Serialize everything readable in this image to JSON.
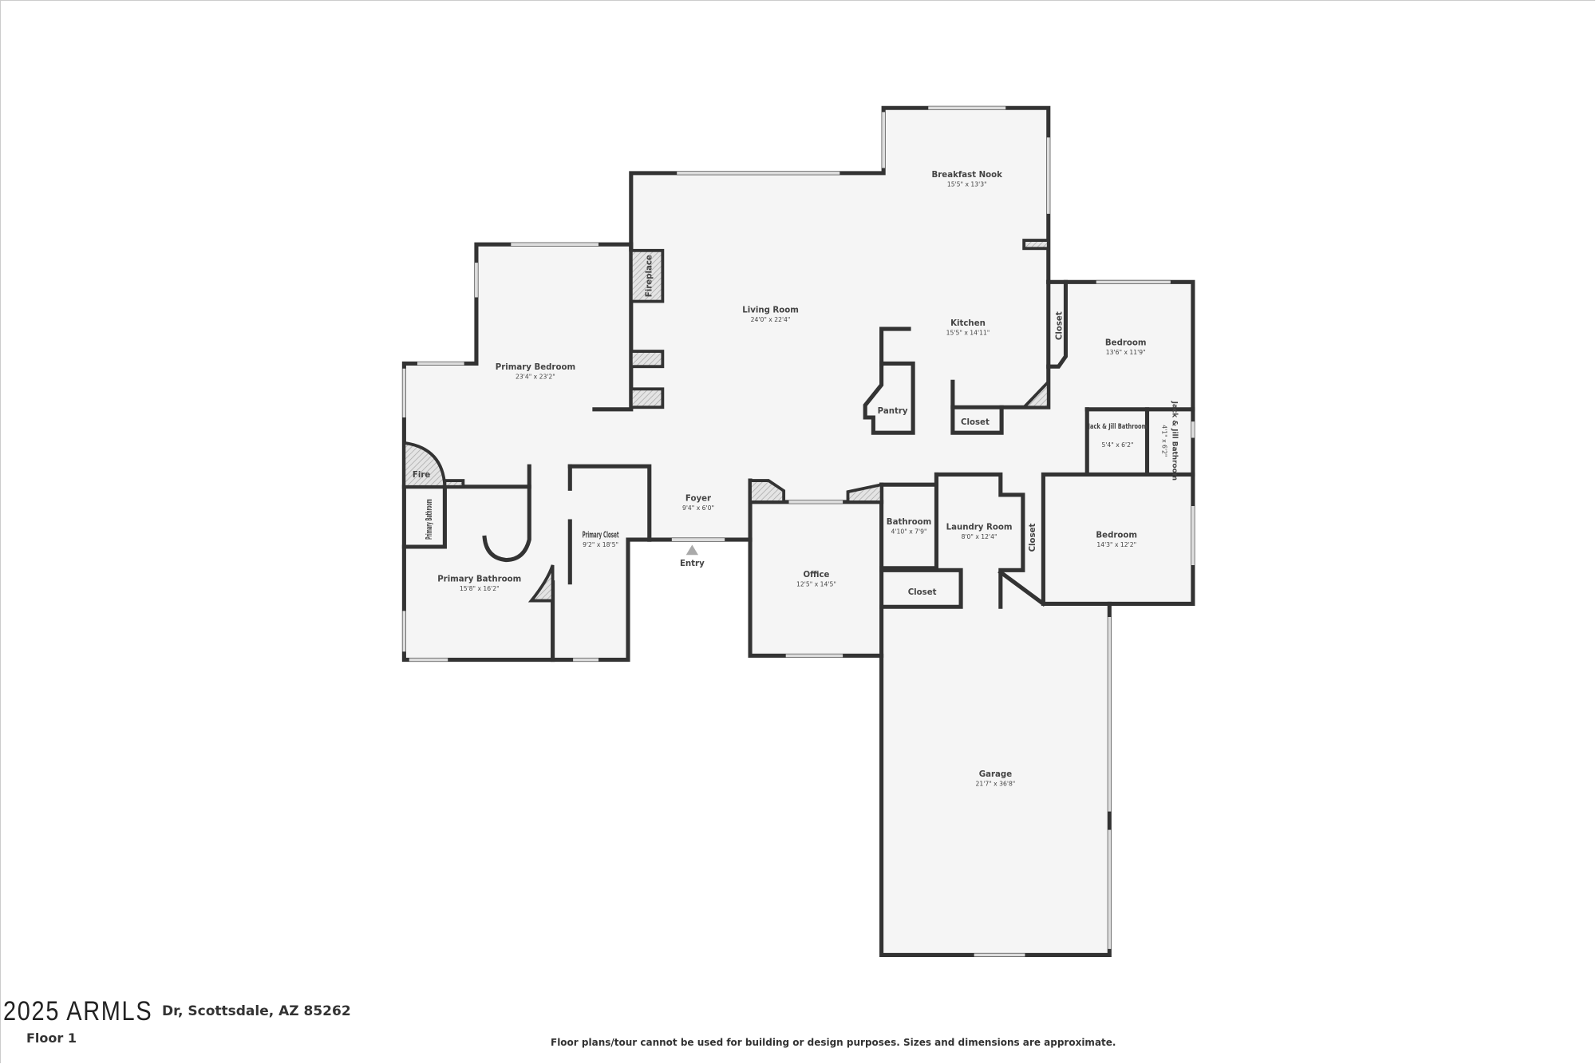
{
  "plan": {
    "rooms": [
      {
        "name": "Breakfast Nook",
        "dims": "15'5\" x 13'3\""
      },
      {
        "name": "Living Room",
        "dims": "24'0\" x 22'4\""
      },
      {
        "name": "Kitchen",
        "dims": "15'5\" x 14'11\""
      },
      {
        "name": "Primary Bedroom",
        "dims": "23'4\" x 23'2\""
      },
      {
        "name": "Bedroom",
        "dims": "13'6\" x 11'9\""
      },
      {
        "name": "Jack & Jill Bathroom",
        "dims": "5'4\" x 6'2\""
      },
      {
        "name": "Jack & Jill Bathroom",
        "dims": "4'1\" x 6'2\""
      },
      {
        "name": "Foyer",
        "dims": "9'4\" x 6'0\""
      },
      {
        "name": "Primary Closet",
        "dims": "9'2\" x 18'5\""
      },
      {
        "name": "Primary Bathroom",
        "dims": "15'8\" x 16'2\""
      },
      {
        "name": "Bathroom",
        "dims": "4'10\" x 7'9\""
      },
      {
        "name": "Laundry Room",
        "dims": "8'0\" x 12'4\""
      },
      {
        "name": "Bedroom",
        "dims": "14'3\" x 12'2\""
      },
      {
        "name": "Office",
        "dims": "12'5\" x 14'5\""
      },
      {
        "name": "Garage",
        "dims": "21'7\" x 36'8\""
      }
    ],
    "labels": {
      "fireplace": "Fireplace",
      "fire": "Fire",
      "primary_bathroom_small": "Primary Bathroom",
      "pantry": "Pantry",
      "closet": "Closet",
      "entry": "Entry"
    }
  },
  "footer": {
    "address": "Dr, Scottsdale, AZ 85262",
    "floor": "Floor 1",
    "disclaimer": "Floor plans/tour cannot be used for building or design purposes. Sizes and dimensions are approximate.",
    "watermark": "2025 ARMLS"
  },
  "colors": {
    "wall": "#333333",
    "floor": "#f5f5f5",
    "window": "#dddddd"
  }
}
